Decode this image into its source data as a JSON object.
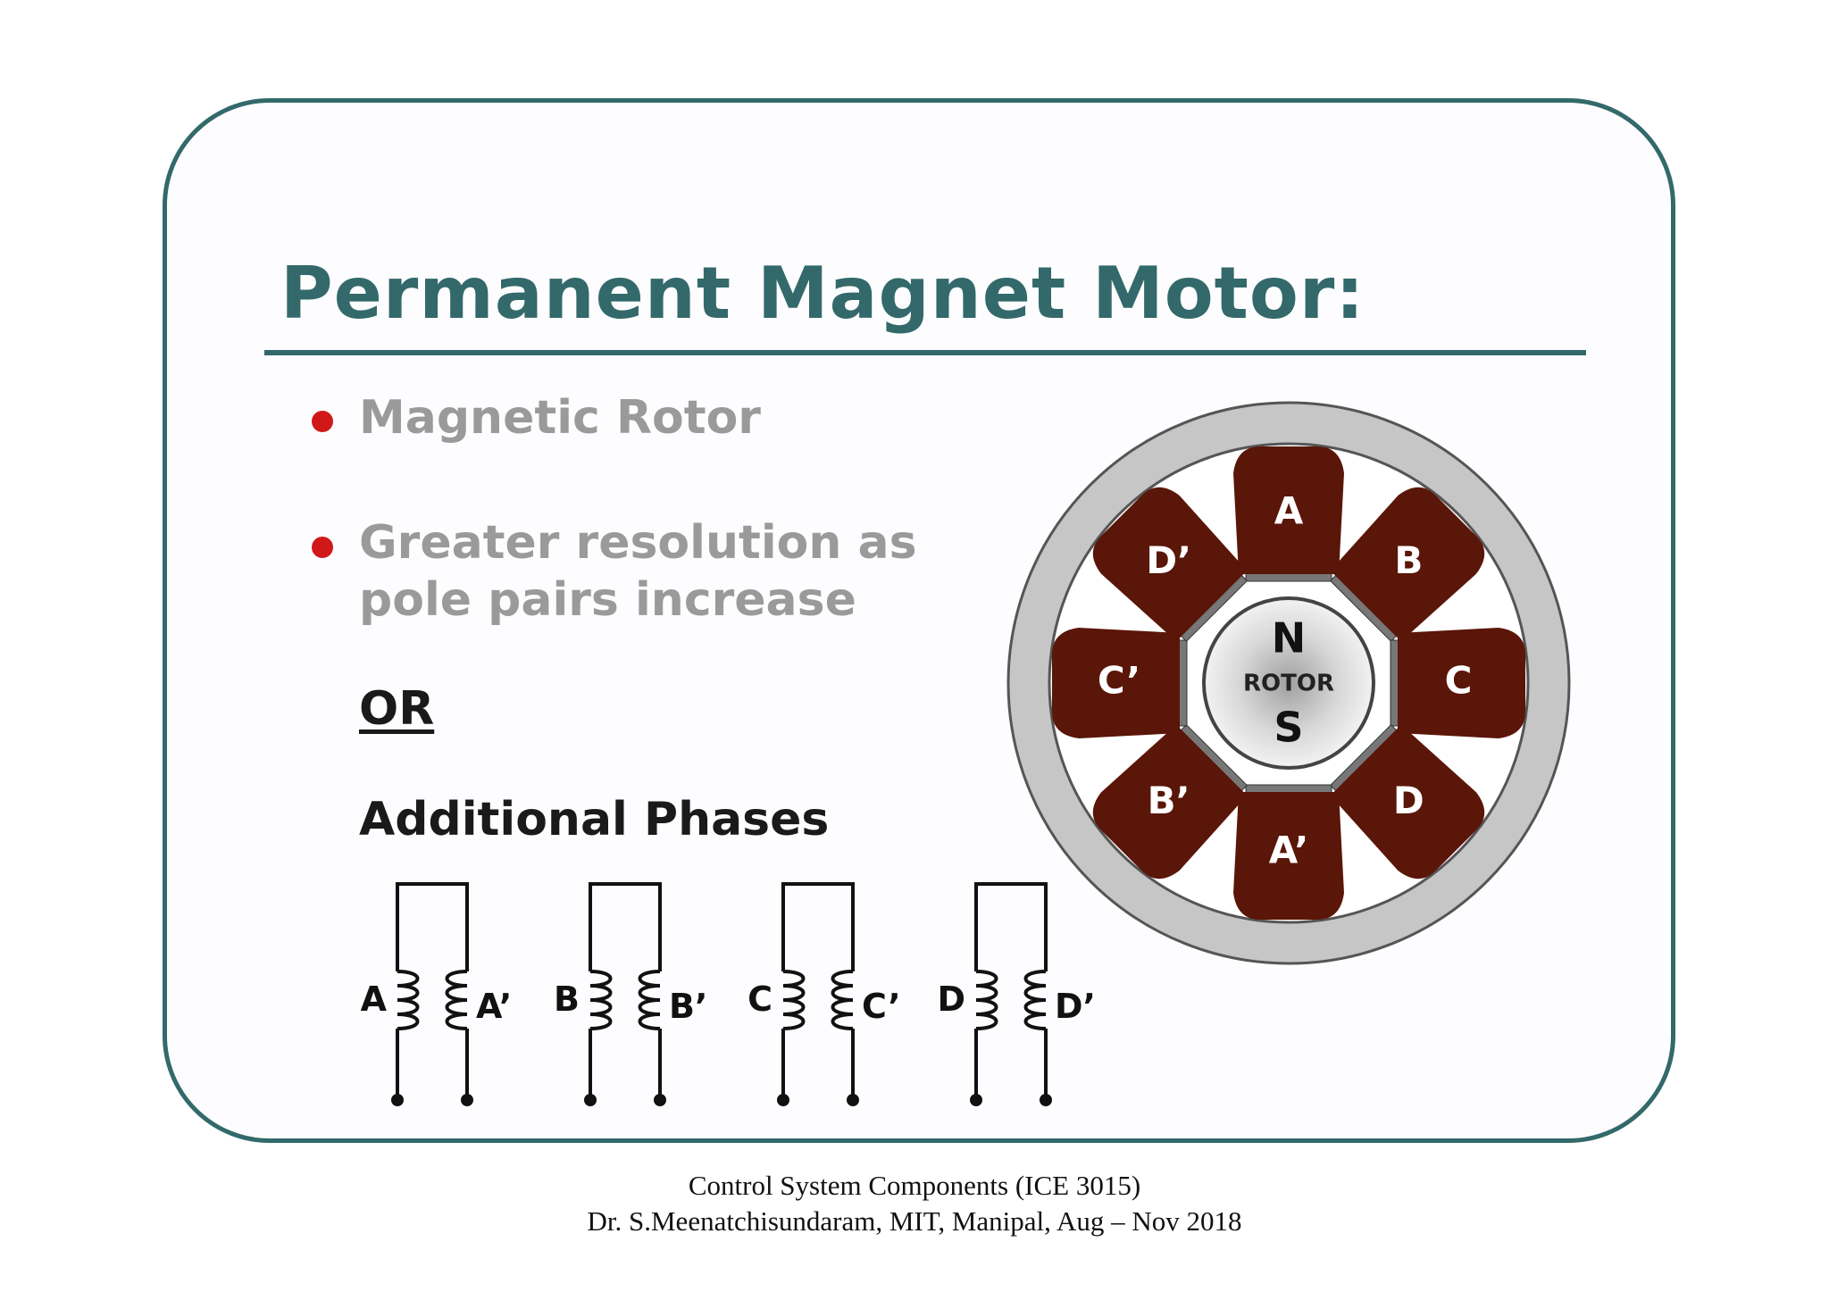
{
  "slide": {
    "title": "Permanent Magnet Motor:",
    "bullets": [
      {
        "lines": [
          "Magnetic Rotor"
        ]
      },
      {
        "lines": [
          "Greater resolution as",
          "pole pairs increase"
        ]
      }
    ],
    "or_label": "OR",
    "additional_label": "Additional Phases"
  },
  "motor": {
    "poles": [
      "A",
      "B",
      "C",
      "D",
      "A’",
      "B’",
      "C’",
      "D’"
    ],
    "rotor_north": "N",
    "rotor_label": "ROTOR",
    "rotor_south": "S"
  },
  "coils": [
    {
      "left": "A",
      "right": "A’"
    },
    {
      "left": "B",
      "right": "B’"
    },
    {
      "left": "C",
      "right": "C’"
    },
    {
      "left": "D",
      "right": "D’"
    }
  ],
  "footer": {
    "line1": "Control System Components (ICE 3015)",
    "line2": "Dr. S.Meenatchisundaram, MIT, Manipal, Aug – Nov 2018"
  },
  "colors": {
    "accent": "#33696a",
    "bullet": "#d01818",
    "pole": "#5a1608",
    "stator": "#c6c6c6"
  }
}
